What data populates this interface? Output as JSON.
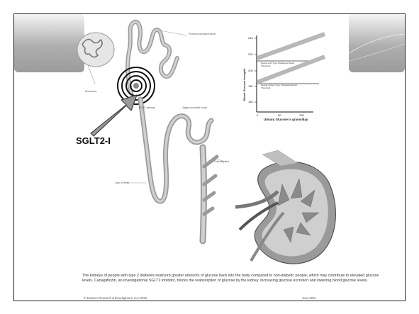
{
  "diagram": {
    "main_label": "SGLT2-I",
    "labels": {
      "proximal_tubule": "Proximal convoluted tubule",
      "glomerulus": "Glomerulus",
      "sglt2_pathway": "SGLT2 pathway",
      "distal_tubule": "Distal convoluted tubule",
      "collecting_duct": "Collecting duct",
      "loop_of_henle": "Loop of Henle"
    }
  },
  "graph": {
    "ylabel": "Blood Glucose in mg/dL",
    "xlabel": "Urinary Glucose in grams/day",
    "y_ticks": [
      "240",
      "220",
      "200",
      "180",
      "160"
    ],
    "x_ticks": [
      "0",
      "50",
      "100"
    ],
    "annotations": {
      "type2": "People with Type 2 Diabetes Renal Threshold",
      "without": "People without Type 2 Diabetes Renal Threshold"
    }
  },
  "caption": "The kidneys of people with type 2 diabetes reabsorb greater amounts of glucose back into the body compared to non-diabetic people, which may contribute to elevated glucose levels. Canagliflozin, an investigational SGLT2 inhibitor, blocks the reabsorption of glucose by the kidney, increasing glucose excretion and lowering blood glucose levels.",
  "footer": {
    "copyright": "© Janssen Research & Development, LLC 2012",
    "date": "June 2012"
  }
}
